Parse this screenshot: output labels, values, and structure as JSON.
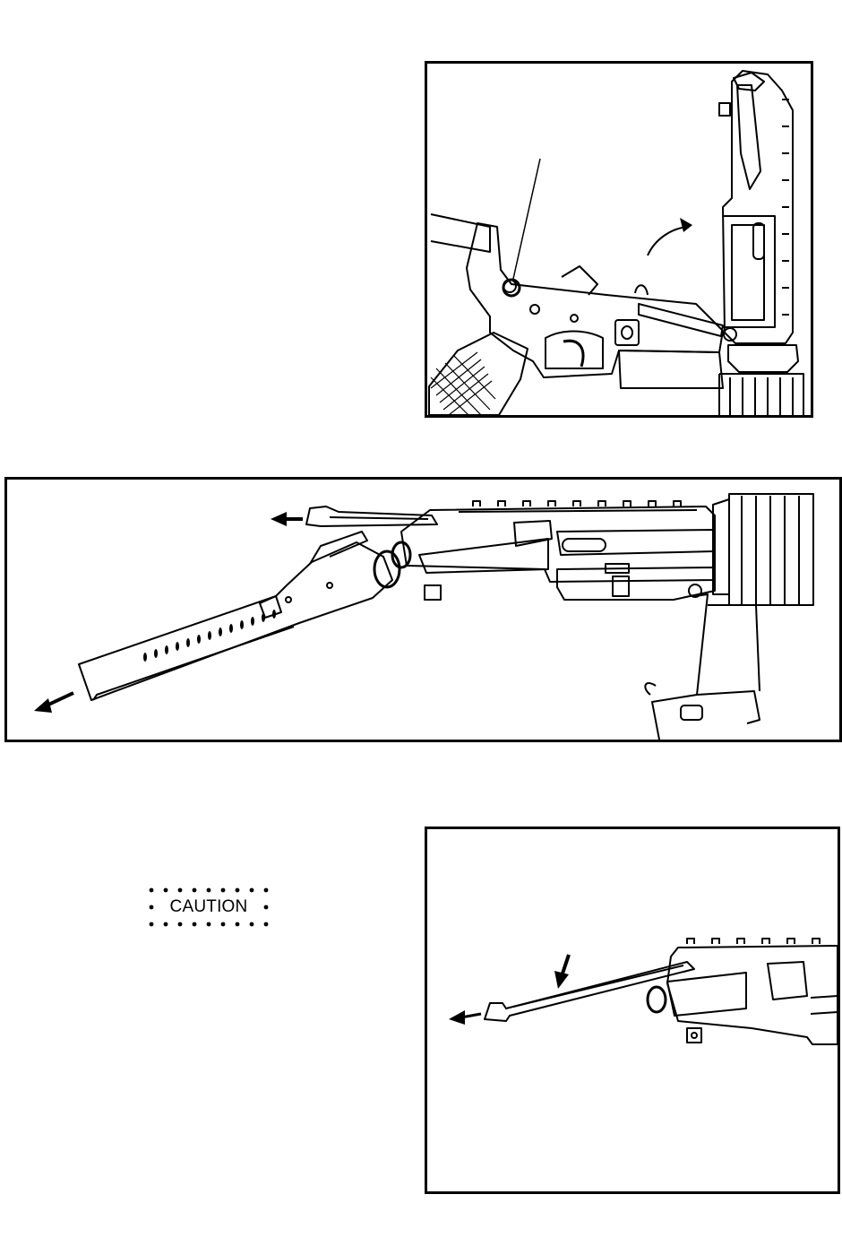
{
  "caution": {
    "label": "CAUTION"
  },
  "figures": [
    {
      "name": "separate-upper-lower-receiver"
    },
    {
      "name": "remove-charging-handle-and-bolt-carrier"
    },
    {
      "name": "remove-charging-handle"
    }
  ],
  "colors": {
    "ink": "#000000",
    "paper": "#ffffff"
  }
}
